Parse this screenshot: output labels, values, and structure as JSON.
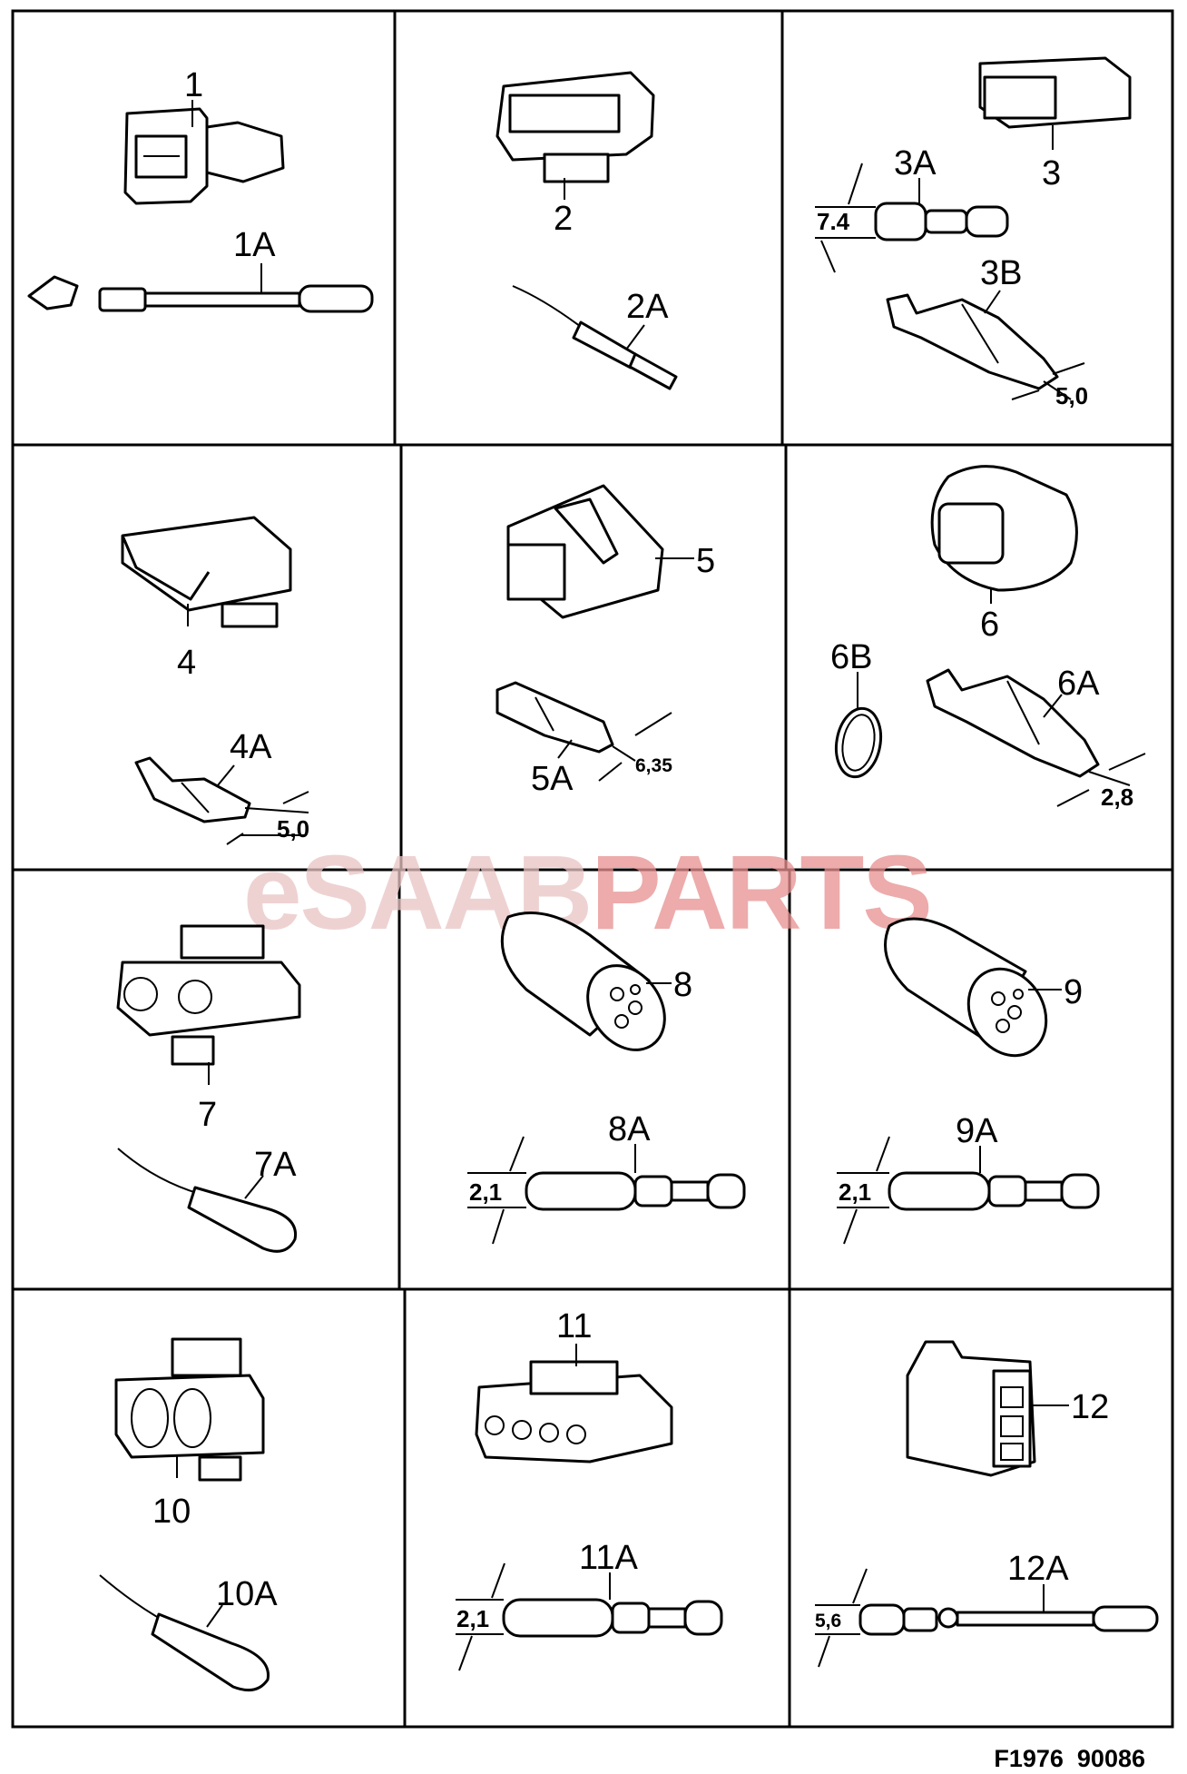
{
  "watermark": {
    "prefix": "eSAAB",
    "suffix": "PARTS"
  },
  "figure_code": "F1976  90086",
  "cells": [
    {
      "part": "1",
      "terminal": "1A"
    },
    {
      "part": "2",
      "terminal": "2A"
    },
    {
      "part": "3",
      "terminal": "3A",
      "terminal_b": "3B",
      "dim_a": "7.4",
      "dim_b": "5,0"
    },
    {
      "part": "4",
      "terminal": "4A",
      "dim_a": "5,0"
    },
    {
      "part": "5",
      "terminal": "5A",
      "dim_a": "6,35"
    },
    {
      "part": "6",
      "terminal": "6A",
      "terminal_b": "6B",
      "dim_a": "2,8"
    },
    {
      "part": "7",
      "terminal": "7A"
    },
    {
      "part": "8",
      "terminal": "8A",
      "dim_a": "2,1"
    },
    {
      "part": "9",
      "terminal": "9A",
      "dim_a": "2,1"
    },
    {
      "part": "10",
      "terminal": "10A"
    },
    {
      "part": "11",
      "terminal": "11A",
      "dim_a": "2,1"
    },
    {
      "part": "12",
      "terminal": "12A",
      "dim_a": "5,6"
    }
  ]
}
